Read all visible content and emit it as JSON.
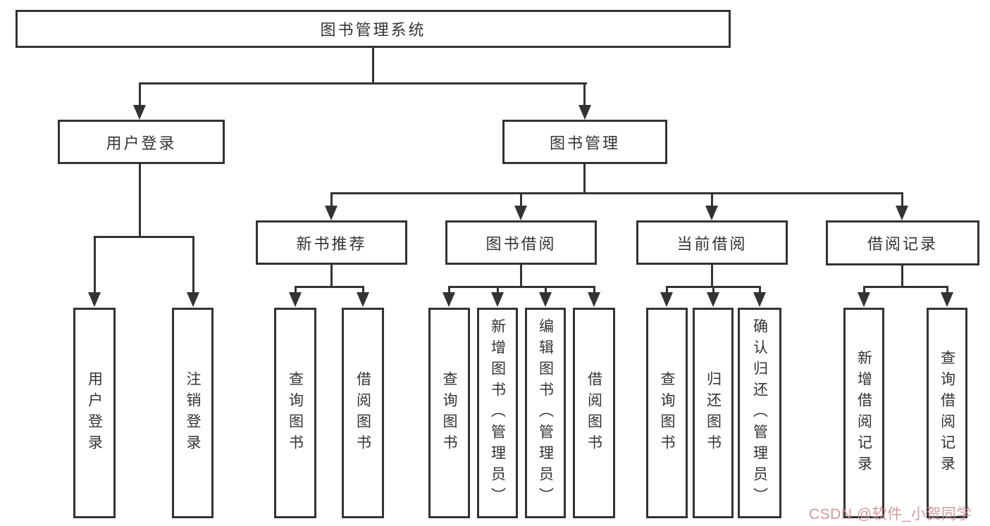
{
  "page": {
    "background": "#ffffff"
  },
  "colors": {
    "line": "#333333",
    "node_border": "#333333",
    "node_text": "#333333",
    "watermark": "#cb8c8c"
  },
  "diagram": {
    "root": {
      "label": "图书管理系统"
    },
    "branches": [
      {
        "label": "用户登录",
        "leaves": [
          {
            "label": "用户登录"
          },
          {
            "label": "注销登录"
          }
        ]
      },
      {
        "label": "图书管理",
        "groups": [
          {
            "label": "新书推荐",
            "leaves": [
              {
                "label": "查询图书"
              },
              {
                "label": "借阅图书"
              }
            ]
          },
          {
            "label": "图书借阅",
            "leaves": [
              {
                "label": "查询图书"
              },
              {
                "label": "新增图书（管理员）"
              },
              {
                "label": "编辑图书（管理员）"
              },
              {
                "label": "借阅图书"
              }
            ]
          },
          {
            "label": "当前借阅",
            "leaves": [
              {
                "label": "查询图书"
              },
              {
                "label": "归还图书"
              },
              {
                "label": "确认归还（管理员）"
              }
            ]
          },
          {
            "label": "借阅记录",
            "leaves": [
              {
                "label": "新增借阅记录"
              },
              {
                "label": "查询借阅记录"
              }
            ]
          }
        ]
      }
    ]
  },
  "watermark": {
    "text": "CSDN @软件_小贺同学"
  }
}
